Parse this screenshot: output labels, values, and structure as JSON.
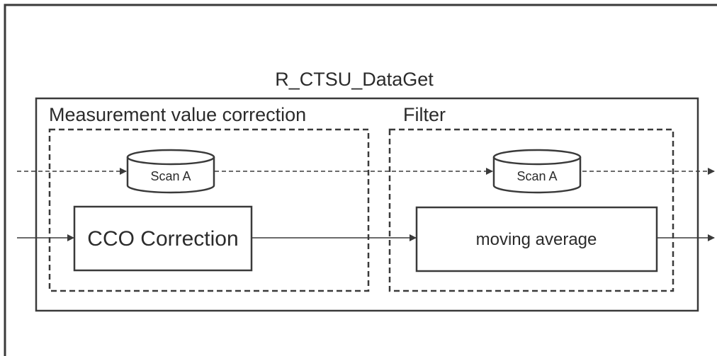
{
  "diagram": {
    "function_title": "R_CTSU_DataGet",
    "groups": {
      "correction": {
        "label": "Measurement value correction",
        "store_label": "Scan A",
        "process_label": "CCO Correction"
      },
      "filter": {
        "label": "Filter",
        "store_label": "Scan A",
        "process_label": "moving average"
      }
    },
    "colors": {
      "stroke": "#3a3a3a",
      "text": "#2b2b2b",
      "background": "#ffffff"
    }
  }
}
